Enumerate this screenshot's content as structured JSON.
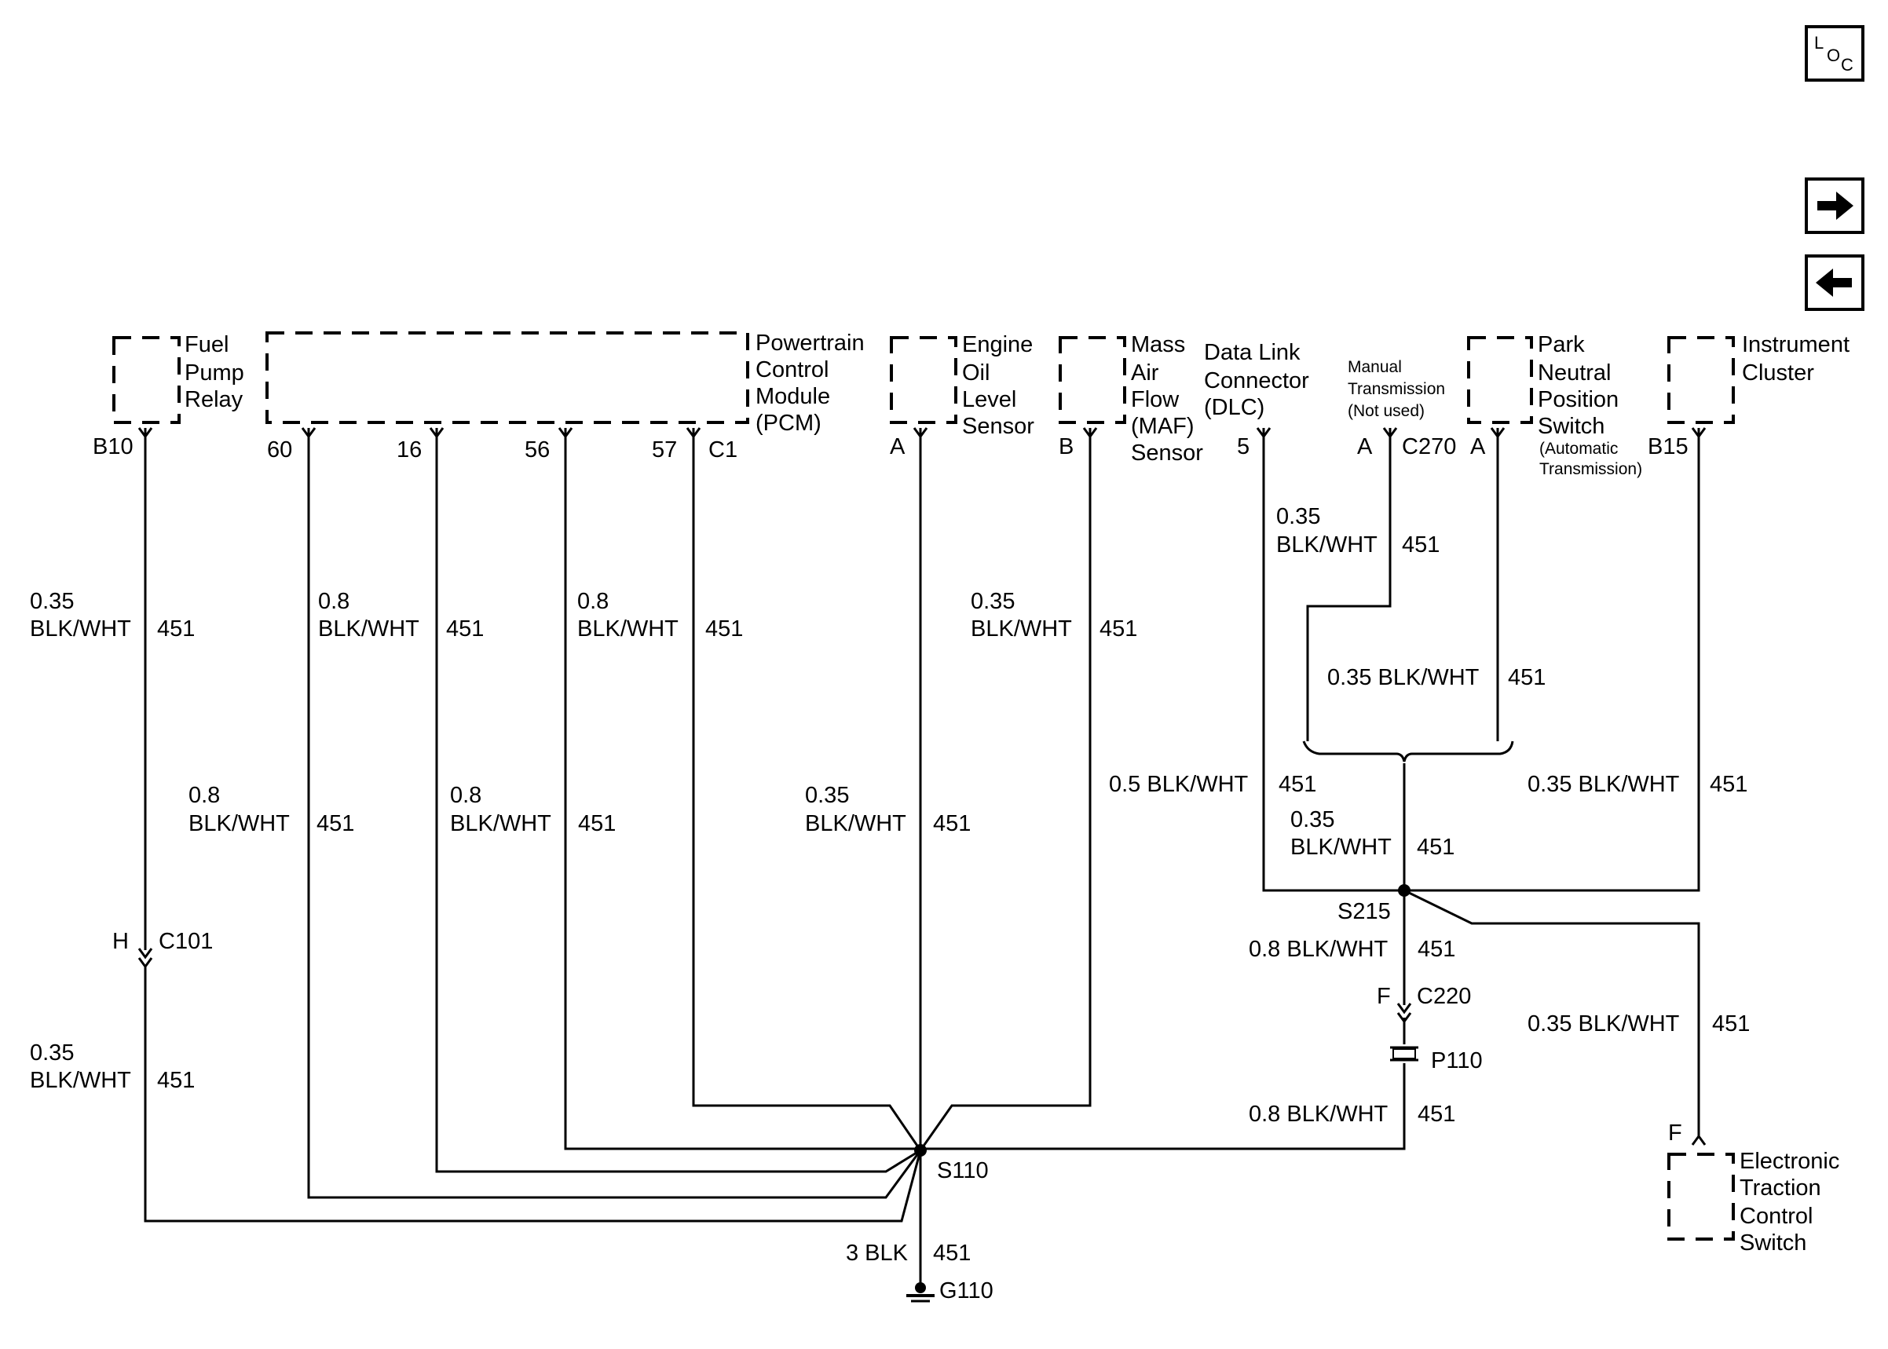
{
  "nav": {
    "loc_icon": "loc-icon",
    "next_icon": "right-arrow-icon",
    "prev_icon": "left-arrow-icon",
    "loc_L": "L",
    "loc_O": "O",
    "loc_C": "C"
  },
  "components": {
    "fuel_pump_relay": [
      "Fuel",
      "Pump",
      "Relay"
    ],
    "pcm": [
      "Powertrain",
      "Control",
      "Module",
      "(PCM)"
    ],
    "engine_oil_level_sensor": [
      "Engine",
      "Oil",
      "Level",
      "Sensor"
    ],
    "maf_sensor": [
      "Mass",
      "Air",
      "Flow",
      "(MAF)",
      "Sensor"
    ],
    "dlc": [
      "Data Link",
      "Connector",
      "(DLC)"
    ],
    "manual_transmission": [
      "Manual",
      "Transmission",
      "(Not used)"
    ],
    "pnp_switch": [
      "Park",
      "Neutral",
      "Position",
      "Switch"
    ],
    "pnp_note": [
      "(Automatic",
      "Transmission)"
    ],
    "instrument_cluster": [
      "Instrument",
      "Cluster"
    ],
    "etc_switch": [
      "Electronic",
      "Traction",
      "Control",
      "Switch"
    ]
  },
  "pins": {
    "b10": "B10",
    "p60": "60",
    "p16": "16",
    "p56": "56",
    "p57": "57",
    "c1": "C1",
    "oil_a": "A",
    "maf_b": "B",
    "dlc_5": "5",
    "c270_a": "A",
    "c270": "C270",
    "pnp_a": "A",
    "b15": "B15",
    "h": "H",
    "c101": "C101",
    "f_c220": "F",
    "c220": "C220",
    "p110": "P110",
    "etc_f": "F"
  },
  "splices": {
    "s110": "S110",
    "s215": "S215"
  },
  "ground": {
    "g110": "G110"
  },
  "wires": {
    "w_035a": [
      "0.35",
      "BLK/WHT",
      "451"
    ],
    "w_08a": [
      "0.8",
      "BLK/WHT",
      "451"
    ],
    "w_08b": [
      "0.8",
      "BLK/WHT",
      "451"
    ],
    "w_035b": [
      "0.35",
      "BLK/WHT",
      "451"
    ],
    "w_08c": [
      "0.8",
      "BLK/WHT",
      "451"
    ],
    "w_08d": [
      "0.8",
      "BLK/WHT",
      "451"
    ],
    "w_035c": [
      "0.35",
      "BLK/WHT",
      "451"
    ],
    "w_035d": [
      "0.35",
      "BLK/WHT",
      "451"
    ],
    "w_dlc_upper": [
      "0.35",
      "BLK/WHT",
      "451"
    ],
    "w_mid": [
      "0.35 BLK/WHT",
      "451"
    ],
    "w_dlc_lower": [
      "0.5 BLK/WHT",
      "451"
    ],
    "w_ic": [
      "0.35 BLK/WHT",
      "451"
    ],
    "w_s215": [
      "0.35",
      "BLK/WHT",
      "451"
    ],
    "w_s215_down": [
      "0.8 BLK/WHT",
      "451"
    ],
    "w_etc": [
      "0.35 BLK/WHT",
      "451"
    ],
    "w_p110_down": [
      "0.8 BLK/WHT",
      "451"
    ],
    "w_ground": [
      "3 BLK",
      "451"
    ]
  }
}
